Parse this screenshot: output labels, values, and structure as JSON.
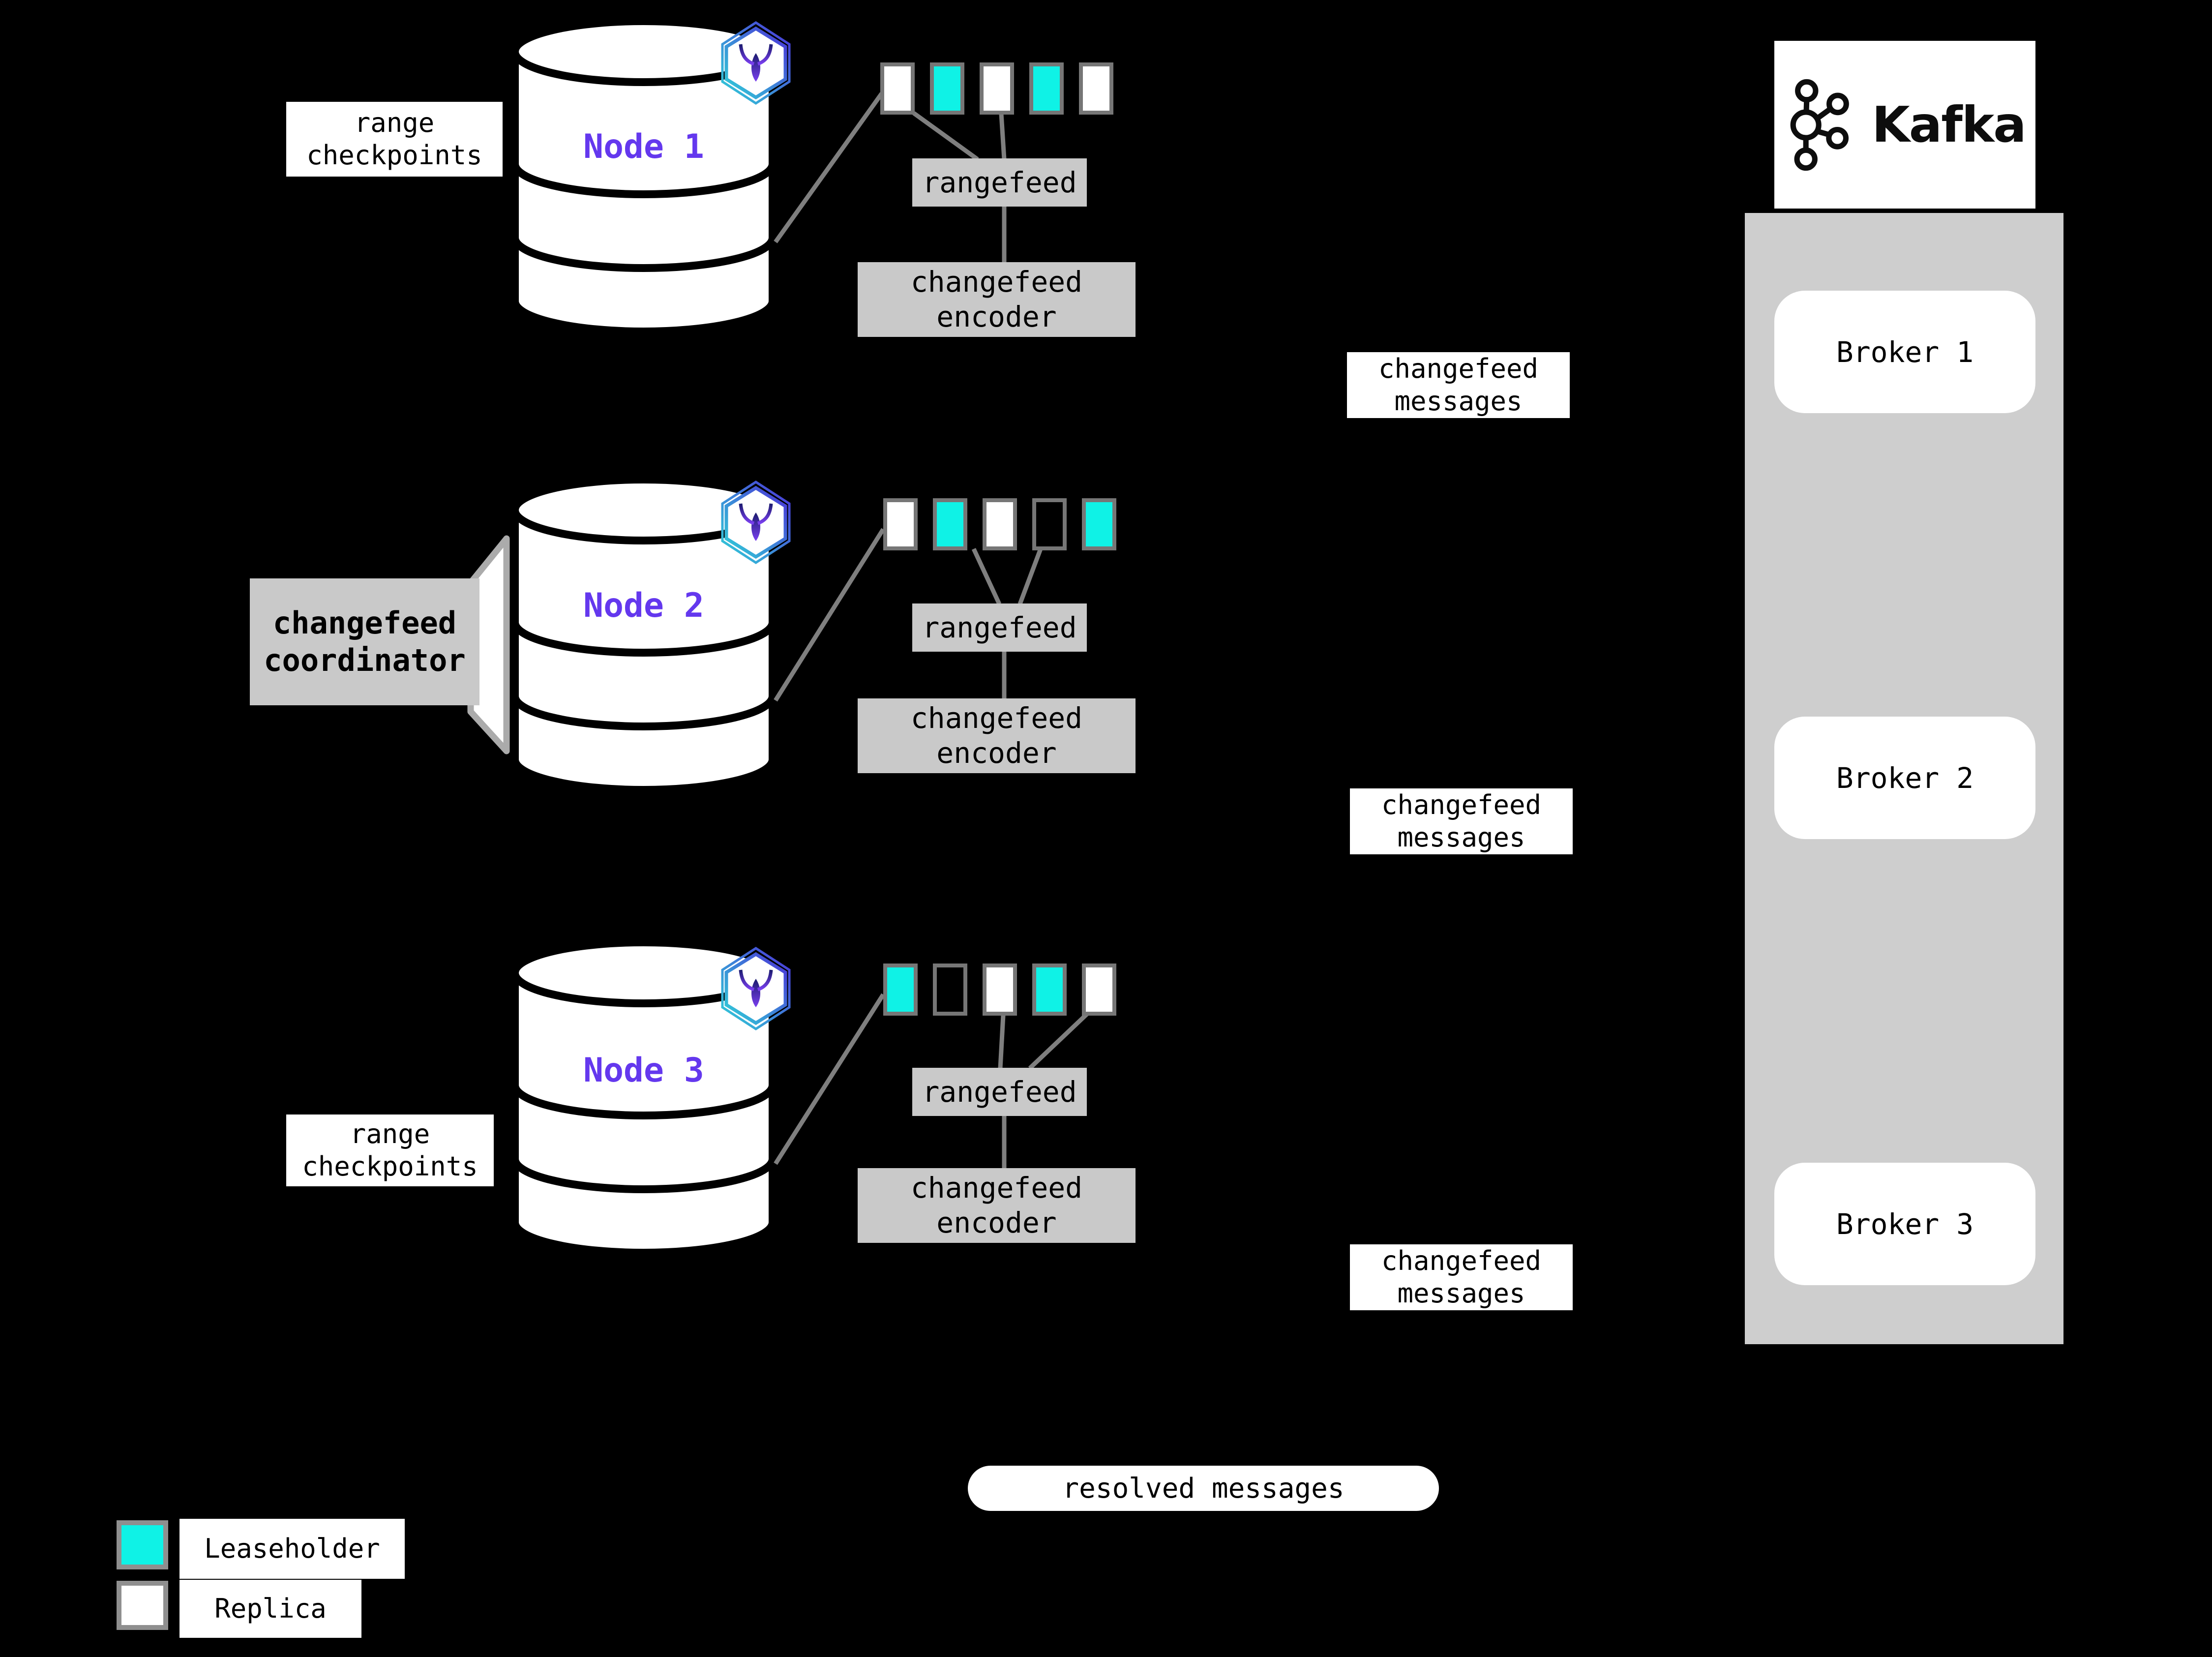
{
  "labels": {
    "range_line1": "range",
    "range_line2": "checkpoints",
    "rangefeed": "rangefeed",
    "encoder_line1": "changefeed",
    "encoder_line2": "encoder",
    "messages_line1": "changefeed",
    "messages_line2": "messages",
    "coordinator_line1": "changefeed",
    "coordinator_line2": "coordinator",
    "resolved": "resolved messages"
  },
  "nodes": [
    {
      "name": "Node 1",
      "ranges": [
        "replica",
        "leaseholder",
        "replica",
        "leaseholder",
        "replica"
      ]
    },
    {
      "name": "Node 2",
      "ranges": [
        "replica",
        "leaseholder",
        "replica",
        "empty",
        "leaseholder"
      ]
    },
    {
      "name": "Node 3",
      "ranges": [
        "leaseholder",
        "empty",
        "replica",
        "leaseholder",
        "replica"
      ]
    }
  ],
  "kafka": {
    "wordmark": "Kafka",
    "brokers": [
      {
        "label": "Broker 1"
      },
      {
        "label": "Broker 2"
      },
      {
        "label": "Broker 3"
      }
    ]
  },
  "legend": [
    {
      "label": "Leaseholder",
      "type": "leaseholder"
    },
    {
      "label": "Replica",
      "type": "replica"
    }
  ],
  "colors": {
    "leaseholder": "#0ff2e6",
    "replica": "#ffffff",
    "empty": "transparent",
    "node_text": "#6438ee",
    "panel_gray": "#cecece",
    "box_gray": "#c9c9c9",
    "line_gray": "#7f7f7f"
  },
  "icons": {
    "cockroachdb": "cockroachdb-hexagon-icon",
    "kafka": "kafka-logo-icon",
    "database": "database-cylinder"
  }
}
